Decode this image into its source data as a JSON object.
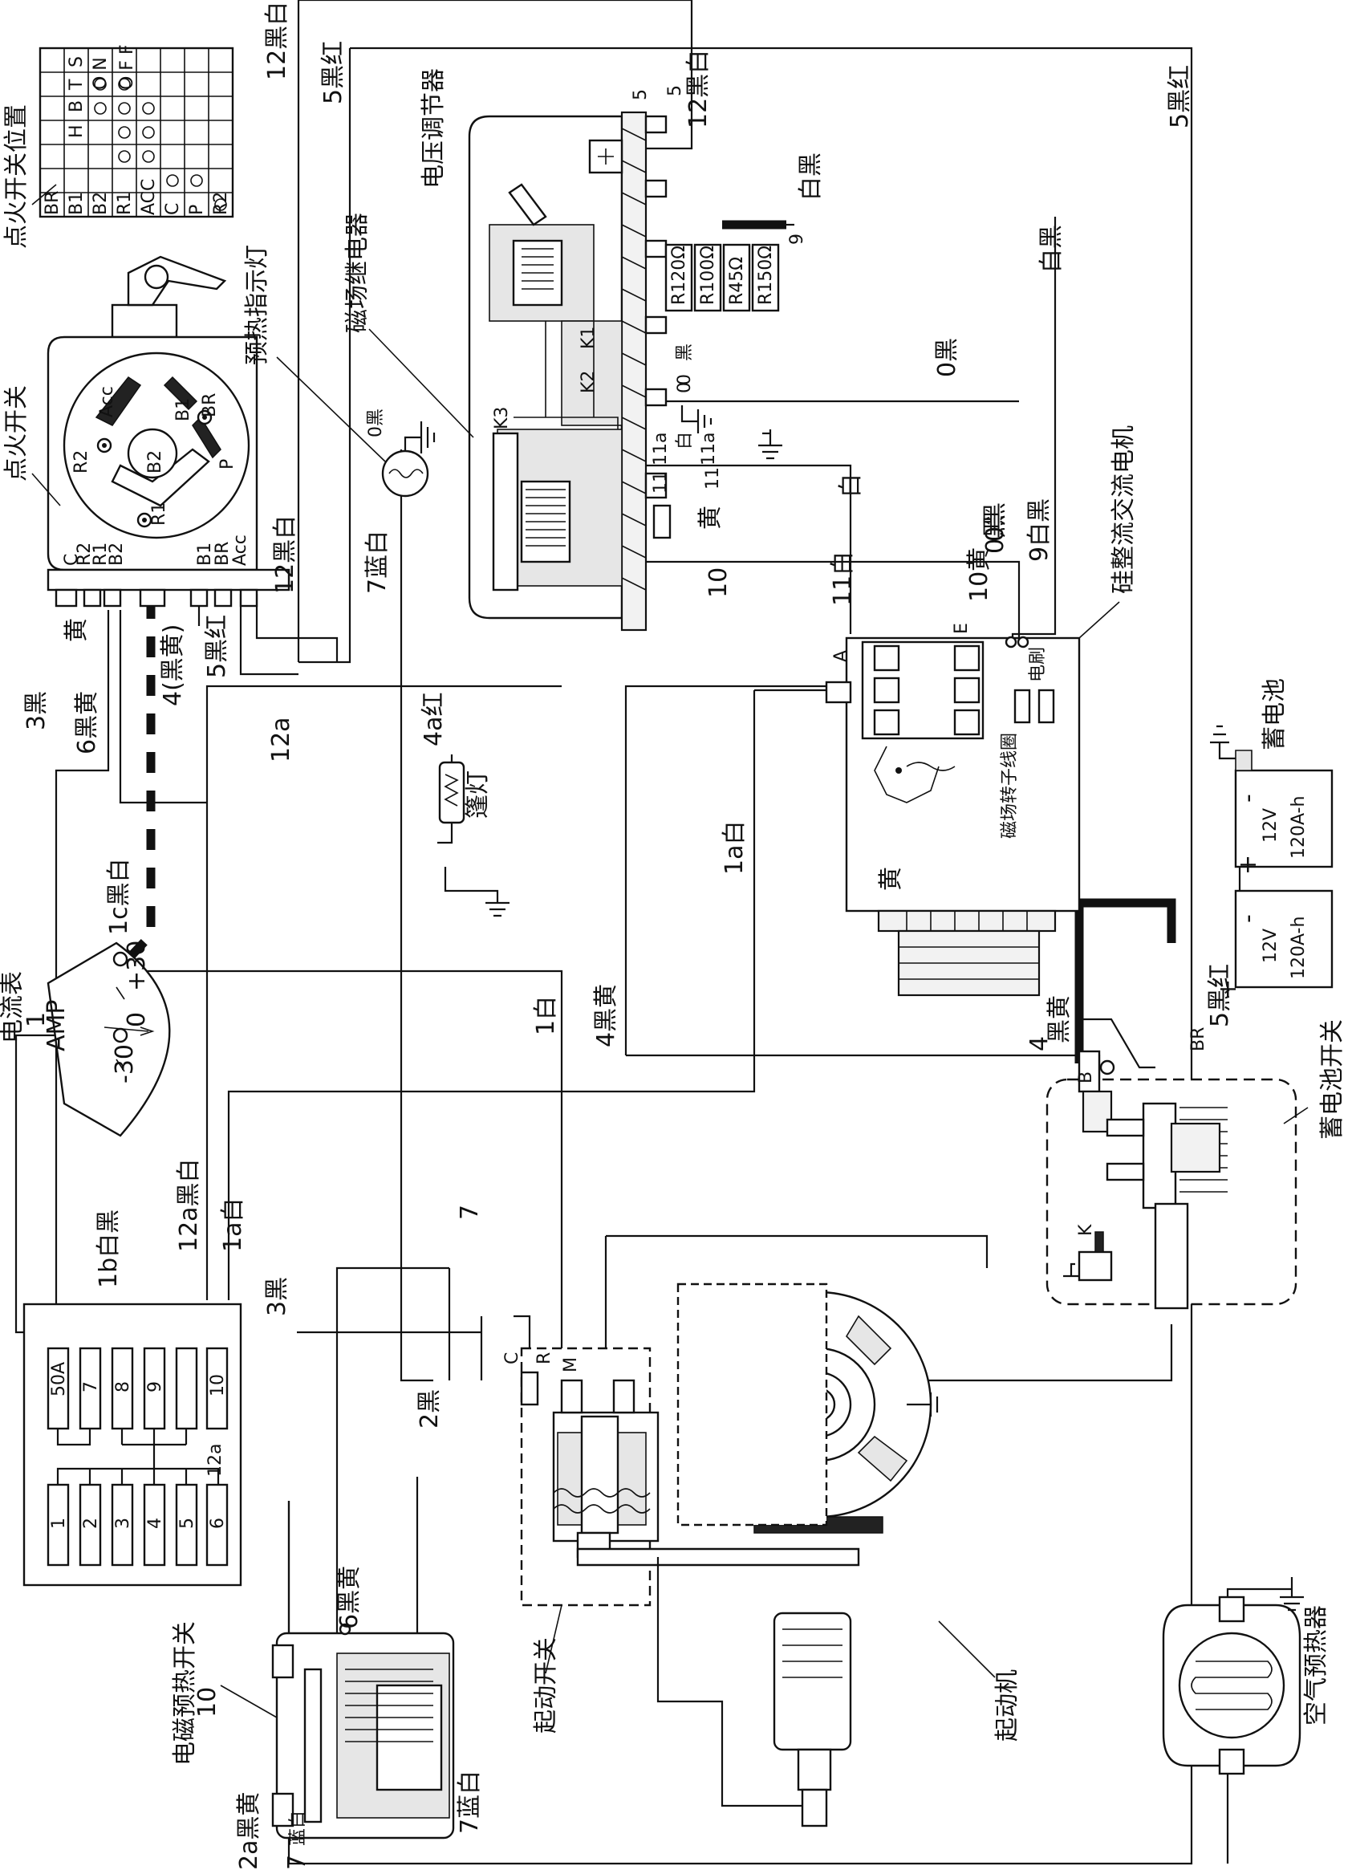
{
  "components": {
    "ignition_switch_positions_title": "点火开关位置",
    "ignition_switch": "点火开关",
    "preheat_indicator": "预热指示灯",
    "field_relay": "磁场继电器",
    "voltage_regulator": "电压调节器",
    "alternator": "硅整流交流电机",
    "field_coil": "磁场转子线圈",
    "brush": "电刷",
    "battery": "蓄电池",
    "battery_switch": "蓄电池开关",
    "ammeter": "电流表",
    "ammeter_num": "1",
    "ammeter_amp": "AMP",
    "starter_switch": "起动开关",
    "starter": "起动机",
    "preheat_switch": "电磁预热开关",
    "preheat_switch_num": "10",
    "air_preheater": "空气预热器",
    "cab_lamp": "篷灯"
  },
  "ignition_pos_table": {
    "header": [
      "S",
      "T",
      "O N",
      "O F F",
      "B",
      "H"
    ],
    "rows": [
      "BR",
      "B1",
      "B2",
      "R1",
      "ACC",
      "C",
      "P",
      "R2"
    ]
  },
  "ignition_terminals": [
    "C",
    "R2",
    "R1",
    "B2",
    "B1",
    "BR",
    "Acc"
  ],
  "ignition_dial": [
    "R2",
    "Acc",
    "B2",
    "B1",
    "BR",
    "R1",
    "P"
  ],
  "ammeter_scale": [
    "-30",
    "0",
    "+30"
  ],
  "battery_spec": {
    "voltage": "12V",
    "capacity": "120A-h",
    "plus": "+",
    "minus": "-"
  },
  "regulator_parts": [
    "K1",
    "K2",
    "K3"
  ],
  "regulator_resistors": [
    "R120Ω",
    "R100Ω",
    "R45Ω",
    "R150Ω"
  ],
  "regulator_terminals": [
    "5",
    "9",
    "0",
    "11",
    "11a"
  ],
  "alternator_terminals": {
    "A": "A",
    "E": "E"
  },
  "starter_terminals": [
    "C",
    "R",
    "M"
  ],
  "battery_switch_terminals": [
    "B",
    "BR",
    "K"
  ],
  "fuse_box": {
    "top": [
      "50A",
      "7",
      "8",
      "9",
      "10"
    ],
    "bottom": [
      "1",
      "2",
      "3",
      "4",
      "5",
      "6"
    ],
    "tag": "12a"
  },
  "wires": [
    "12黑白",
    "5黑红",
    "5",
    "12黑白",
    "白黑",
    "白黑",
    "0黑",
    "0黑",
    "黑",
    "0",
    "白",
    "11a",
    "11",
    "白",
    "黄",
    "0黑",
    "9白黑",
    "10",
    "11白",
    "10黄",
    "5黑红",
    "1a白",
    "4a红",
    "4(黑黄)",
    "5黑红",
    "12黑白",
    "黄",
    "3黑",
    "6黑黄",
    "12a",
    "1c黑白",
    "4黑黄",
    "1白",
    "黑黄",
    "4",
    "5黑红",
    "1b白黑",
    "12a黑白",
    "1a白",
    "3黑",
    "7",
    "2黑",
    "6黑黄",
    "7蓝白",
    "7蓝白",
    "2a黑黄",
    "蓝白",
    "7",
    "E",
    "电刷",
    "黄",
    "黄"
  ],
  "extra": {
    "preheat_lamp_wire": "0黑",
    "preheat_label": "预热",
    "blue_white": "7蓝白"
  }
}
